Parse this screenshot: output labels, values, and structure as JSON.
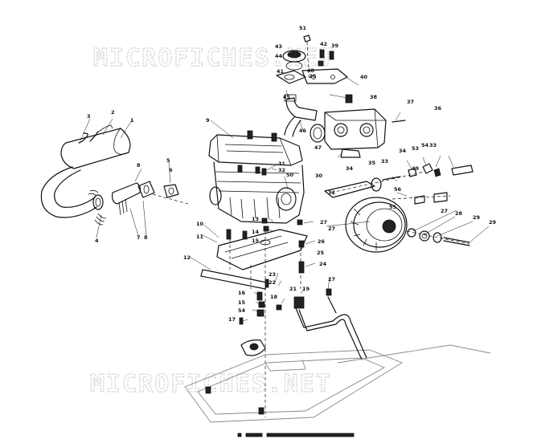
{
  "watermark": {
    "top": "MICROFICHES.NET",
    "bottom": "MICROFICHES.NET"
  },
  "callouts": [
    {
      "id": "c1",
      "text": "1"
    },
    {
      "id": "c2",
      "text": "2"
    },
    {
      "id": "c3",
      "text": "3"
    },
    {
      "id": "c4",
      "text": "4"
    },
    {
      "id": "c5",
      "text": "5"
    },
    {
      "id": "c6",
      "text": "6"
    },
    {
      "id": "c7",
      "text": "7"
    },
    {
      "id": "c8",
      "text": "8"
    },
    {
      "id": "c9",
      "text": "9"
    },
    {
      "id": "c10",
      "text": "10"
    },
    {
      "id": "c11",
      "text": "11"
    },
    {
      "id": "c12",
      "text": "12"
    },
    {
      "id": "c13",
      "text": "13"
    },
    {
      "id": "c14",
      "text": "14"
    },
    {
      "id": "c15",
      "text": "15"
    },
    {
      "id": "c16",
      "text": "16"
    },
    {
      "id": "c17",
      "text": "17"
    },
    {
      "id": "c18",
      "text": "18"
    },
    {
      "id": "c19",
      "text": "19"
    },
    {
      "id": "c20",
      "text": "20"
    },
    {
      "id": "c21",
      "text": "21"
    },
    {
      "id": "c22",
      "text": "22"
    },
    {
      "id": "c23",
      "text": "23"
    },
    {
      "id": "c24",
      "text": "24"
    },
    {
      "id": "c25",
      "text": "25"
    },
    {
      "id": "c26",
      "text": "26"
    },
    {
      "id": "c27",
      "text": "27"
    },
    {
      "id": "c27b",
      "text": "27"
    },
    {
      "id": "c28",
      "text": "28"
    },
    {
      "id": "c29",
      "text": "29"
    },
    {
      "id": "c30",
      "text": "30"
    },
    {
      "id": "c31",
      "text": "31"
    },
    {
      "id": "c32",
      "text": "32"
    },
    {
      "id": "c33",
      "text": "33"
    },
    {
      "id": "c34",
      "text": "34"
    },
    {
      "id": "c35",
      "text": "35"
    },
    {
      "id": "c36",
      "text": "36"
    },
    {
      "id": "c37",
      "text": "37"
    },
    {
      "id": "c38",
      "text": "38"
    },
    {
      "id": "c39",
      "text": "39"
    },
    {
      "id": "c40",
      "text": "40"
    },
    {
      "id": "c41",
      "text": "41"
    },
    {
      "id": "c42",
      "text": "42"
    },
    {
      "id": "c43",
      "text": "43"
    },
    {
      "id": "c44",
      "text": "44"
    },
    {
      "id": "c45",
      "text": "45"
    },
    {
      "id": "c46",
      "text": "46"
    },
    {
      "id": "c47",
      "text": "47"
    },
    {
      "id": "c48",
      "text": "48"
    },
    {
      "id": "c49",
      "text": "49"
    },
    {
      "id": "c50",
      "text": "50"
    },
    {
      "id": "c51",
      "text": "51"
    },
    {
      "id": "c52",
      "text": "52"
    },
    {
      "id": "c53",
      "text": "53"
    },
    {
      "id": "c54",
      "text": "54"
    },
    {
      "id": "c55",
      "text": "55"
    },
    {
      "id": "c56",
      "text": "56"
    }
  ]
}
